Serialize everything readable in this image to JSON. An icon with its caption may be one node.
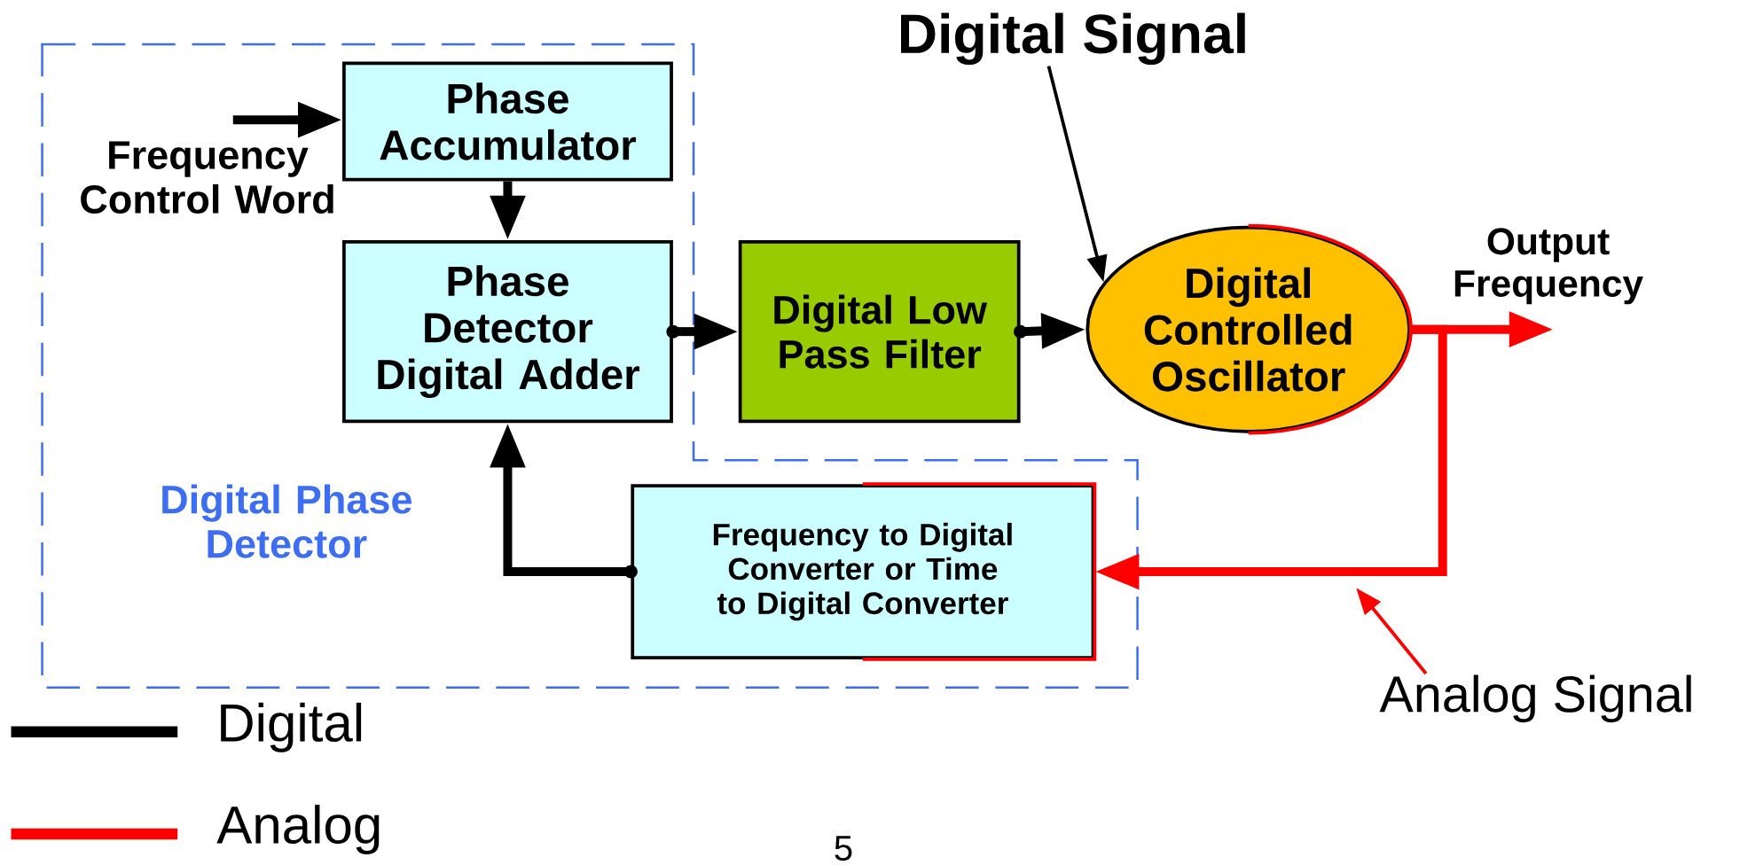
{
  "diagram": {
    "nodes": [
      {
        "text": [
          "Digital Phase Detector"
        ]
      },
      {
        "text": [
          "Phase Accumulator"
        ],
        "in": 0
      },
      {
        "text": [
          "Phase Detector",
          "Digital Adder"
        ],
        "in": 0
      },
      {
        "text": [
          "Digital Low Pass Filter"
        ]
      },
      {
        "text": [
          "Digital Controlled Oscillator"
        ]
      },
      {
        "text": [
          "Frequency to Digital Converter or Time to Digital Converter"
        ],
        "in": 0
      },
      {
        "text": [
          "Frequency Control Word"
        ],
        "in": 0
      },
      {
        "text": [
          "Digital Signal"
        ]
      },
      {
        "text": [
          "Analog Signal"
        ]
      }
    ],
    "edges": [
      {
        "from": 6,
        "to": 1,
        "arrow": "to"
      },
      {
        "from": 1,
        "to": 2,
        "arrow": "to"
      },
      {
        "from": 2,
        "to": 3,
        "arrow": "to"
      },
      {
        "from": 3,
        "to": 4,
        "arrow": "to"
      },
      {
        "from": 7,
        "to": 4,
        "arrow": "to"
      },
      {
        "from": 4,
        "to": null,
        "arrow": "to",
        "color": "#ff0000",
        "label": "Output Frequency"
      },
      {
        "from": 4,
        "to": 5,
        "arrow": "to",
        "color": "#ff0000"
      },
      {
        "from": 5,
        "to": 2,
        "arrow": "to"
      },
      {
        "from": 8,
        "to": null,
        "arrow": "to",
        "color": "#ff0000"
      }
    ],
    "labels": [
      "5"
    ],
    "legend": [
      {
        "text": "Digital"
      },
      {
        "text": "Analog"
      }
    ]
  }
}
